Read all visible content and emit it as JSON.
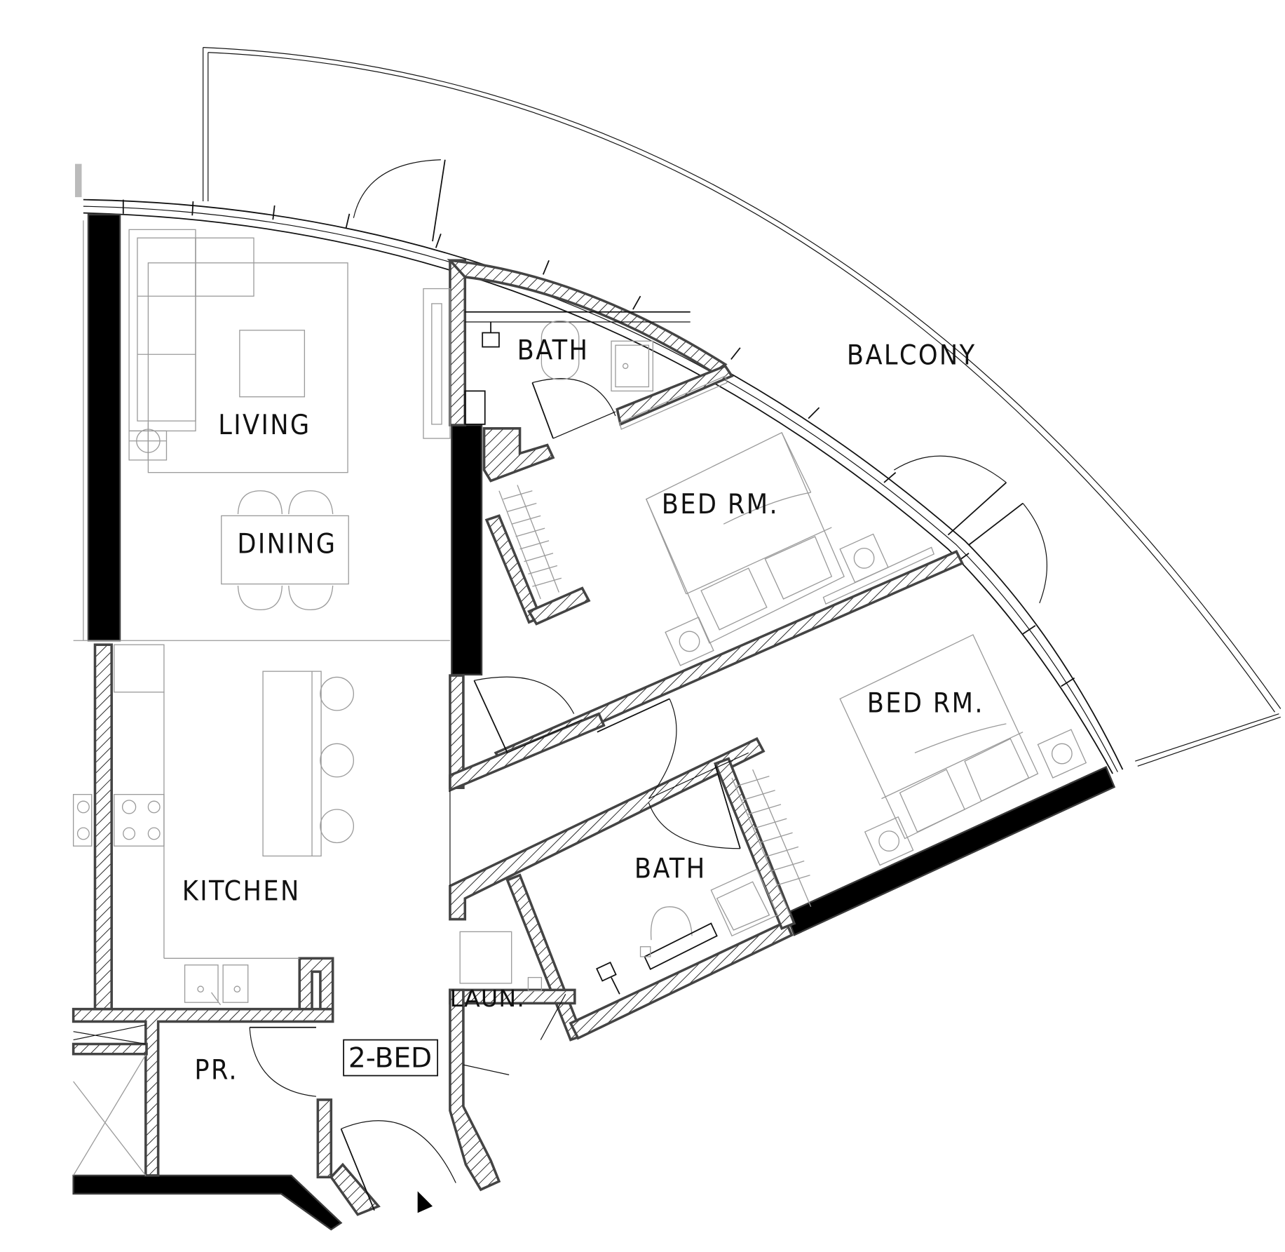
{
  "plan": {
    "title": "2-BED",
    "unit_type_tag": "2-BED",
    "rooms": {
      "living": "LIVING",
      "dining": "DINING",
      "kitchen": "KITCHEN",
      "bath_1": "BATH",
      "bath_2": "BATH",
      "bedroom_1": "BED RM.",
      "bedroom_2": "BED RM.",
      "balcony": "BALCONY",
      "powder_room": "PR.",
      "laundry": "LAUN."
    },
    "symbols": {
      "entry_marker": "triangle-entry-icon"
    },
    "colors": {
      "wall_solid": "#000000",
      "wall_outline": "#444444",
      "furniture": "#9a9a9a",
      "background": "#ffffff"
    }
  }
}
